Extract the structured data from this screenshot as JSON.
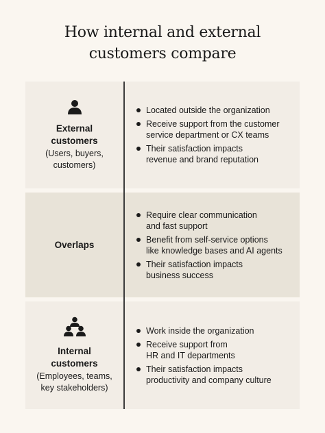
{
  "title": {
    "line1": "How internal and external",
    "line2": "customers compare"
  },
  "external": {
    "icon": "person-icon",
    "heading_line1": "External",
    "heading_line2": "customers",
    "sub_line1": "(Users, buyers,",
    "sub_line2": "customers)",
    "items": [
      [
        "Located outside the organization"
      ],
      [
        "Receive support from the customer",
        "service department or CX teams"
      ],
      [
        "Their satisfaction impacts",
        "revenue and brand reputation"
      ]
    ]
  },
  "overlaps": {
    "heading": "Overlaps",
    "items": [
      [
        "Require clear communication",
        "and fast support"
      ],
      [
        "Benefit from self-service options",
        "like knowledge bases and AI agents"
      ],
      [
        "Their satisfaction impacts",
        "business success"
      ]
    ]
  },
  "internal": {
    "icon": "group-icon",
    "heading_line1": "Internal",
    "heading_line2": "customers",
    "sub_line1": "(Employees, teams,",
    "sub_line2": "key stakeholders)",
    "items": [
      [
        "Work inside the organization"
      ],
      [
        "Receive support from",
        "HR and IT departments"
      ],
      [
        "Their satisfaction impacts",
        "productivity and company culture"
      ]
    ]
  }
}
